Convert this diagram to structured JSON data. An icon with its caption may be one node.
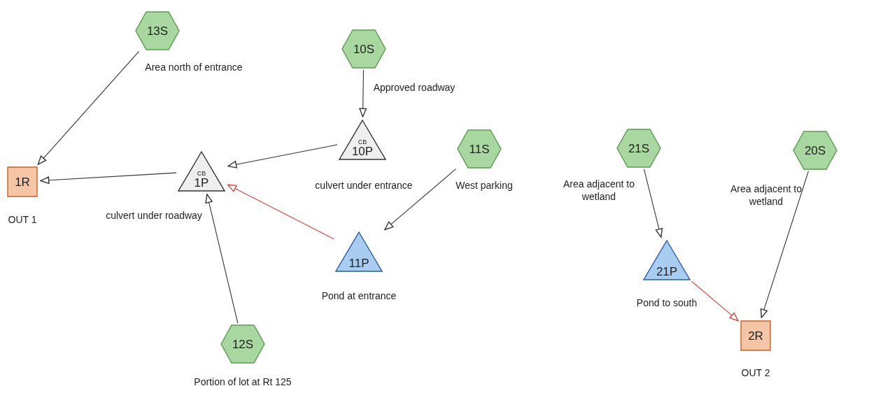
{
  "diagram": {
    "nodes": [
      {
        "text": [
          "13S"
        ],
        "beside": [
          "Area north of entrance"
        ]
      },
      {
        "text": [
          "10S"
        ],
        "beside": [
          "Approved roadway"
        ]
      },
      {
        "text": [
          "CB",
          "10P"
        ],
        "beside": [
          "culvert under entrance"
        ]
      },
      {
        "text": [
          "11S"
        ],
        "beside": [
          "West parking"
        ]
      },
      {
        "text": [
          "1R"
        ],
        "beside": [
          "OUT 1"
        ]
      },
      {
        "text": [
          "CB",
          "1P"
        ],
        "beside": [
          "culvert under roadway"
        ]
      },
      {
        "text": [
          "11P"
        ],
        "beside": [
          "Pond at entrance"
        ]
      },
      {
        "text": [
          "12S"
        ],
        "beside": [
          "Portion of lot at Rt 125"
        ]
      },
      {
        "text": [
          "21S"
        ],
        "beside": [
          "Area adjacent to wetland"
        ]
      },
      {
        "text": [
          "20S"
        ],
        "beside": [
          "Area adjacent to wetland"
        ]
      },
      {
        "text": [
          "21P"
        ],
        "beside": [
          "Pond to south"
        ]
      },
      {
        "text": [
          "2R"
        ],
        "beside": [
          "OUT 2"
        ]
      }
    ],
    "edges": [
      {
        "from": 0,
        "to": 4,
        "arrow": "to"
      },
      {
        "from": 1,
        "to": 2,
        "arrow": "to"
      },
      {
        "from": 2,
        "to": 5,
        "arrow": "to"
      },
      {
        "from": 3,
        "to": 6,
        "arrow": "to"
      },
      {
        "from": 5,
        "to": 4,
        "arrow": "to"
      },
      {
        "from": 6,
        "to": 5,
        "arrow": "to",
        "color": "#d9443a"
      },
      {
        "from": 7,
        "to": 5,
        "arrow": "to"
      },
      {
        "from": 8,
        "to": 10,
        "arrow": "to"
      },
      {
        "from": 9,
        "to": 11,
        "arrow": "to"
      },
      {
        "from": 10,
        "to": 11,
        "arrow": "to",
        "color": "#d9443a"
      }
    ]
  }
}
